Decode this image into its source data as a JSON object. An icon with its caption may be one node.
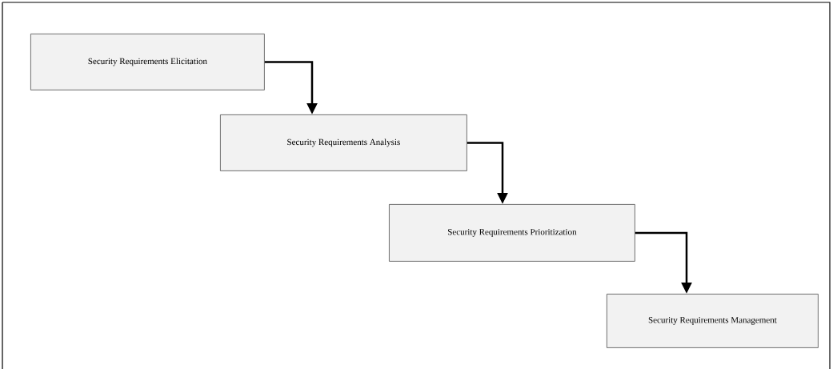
{
  "diagram": {
    "nodes": [
      {
        "text": [
          "Security Requirements Elicitation"
        ]
      },
      {
        "text": [
          "Security Requirements Analysis"
        ]
      },
      {
        "text": [
          "Security Requirements Prioritization"
        ]
      },
      {
        "text": [
          "Security Requirements Management"
        ]
      }
    ],
    "edges": [
      {
        "from": 0,
        "to": 1,
        "arrow": "to"
      },
      {
        "from": 1,
        "to": 2,
        "arrow": "to"
      },
      {
        "from": 2,
        "to": 3,
        "arrow": "to"
      }
    ]
  }
}
